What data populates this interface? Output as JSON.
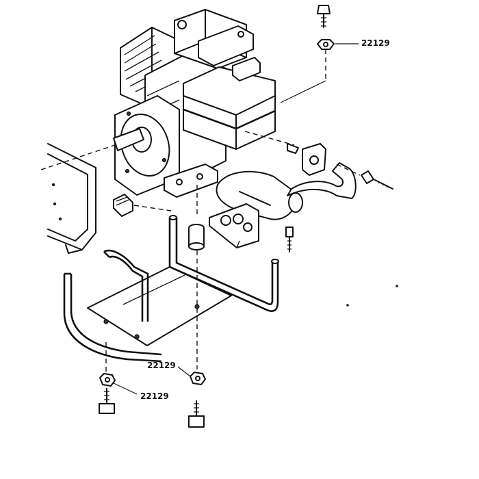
{
  "callouts": [
    {
      "id": "top-right",
      "text": "22129"
    },
    {
      "id": "bottom-middle",
      "text": "22129"
    },
    {
      "id": "bottom-left",
      "text": "22129"
    }
  ]
}
